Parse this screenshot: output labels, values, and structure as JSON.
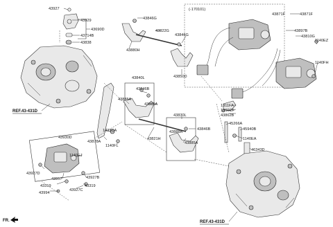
{
  "labels": {
    "p43927": "43927",
    "p43929": "43929",
    "p43690D": "43690D",
    "p43714B": "43714B",
    "p43838": "43838",
    "p43846G_a": "43846G",
    "p43822G": "43822G",
    "p43846G_b": "43846G",
    "p43880H": "43880H",
    "p43850D": "43850D",
    "p170101": "(-170101)",
    "p43871F_a": "43871F",
    "p43871F_b": "43871F",
    "p43897B": "43897B",
    "p43810G": "43810G",
    "p1140EZ": "1140EZ",
    "p1140FH": "1140FH",
    "p43840L": "43840L",
    "p43846B_a": "43846B",
    "p43885A_a": "43885A",
    "p43885A_b": "43885A",
    "p1433CA": "1433CA",
    "p43878A": "43878A",
    "p1140FL": "1140FL",
    "p43821H": "43821H",
    "p43830L": "43830L",
    "p43888A": "43888A",
    "p43846B_b": "43846B",
    "p43885A_c": "43885A",
    "p1311FA": "1311FA",
    "p1360CF": "1360CF",
    "p43862B": "43862B",
    "p45266A": "45266A",
    "p45940B": "45940B",
    "p1140EA": "1140EA",
    "p46343D": "46343D",
    "p43930D": "43930D",
    "p1140EJ": "1140EJ",
    "p43927D": "43927D",
    "p43917": "43917",
    "p43927B": "43927B",
    "p43319_a": "43319",
    "p43319_b": "43319",
    "p43927C": "43927C",
    "p43994": "43994",
    "ref_top": "REF.43-431D",
    "ref_bottom": "REF.43-431D",
    "fr": "FR."
  }
}
